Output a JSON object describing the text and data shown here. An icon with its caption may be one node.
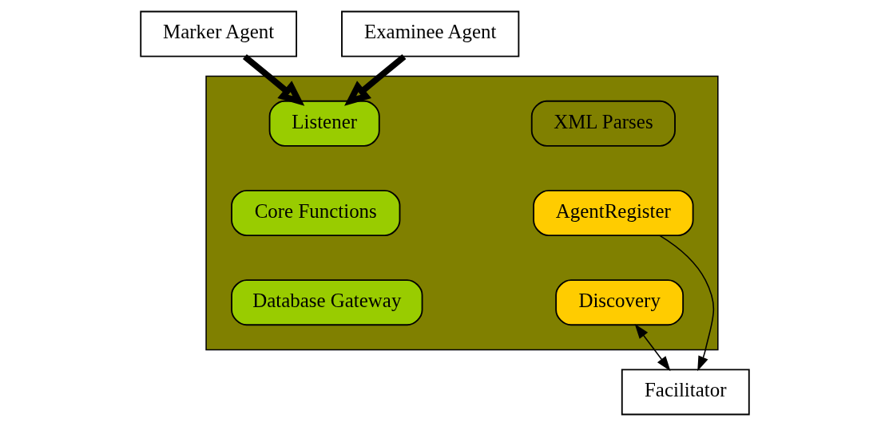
{
  "diagram": {
    "nodes": [
      {
        "text": [],
        "shape": "box"
      },
      {
        "text": [
          "Marker Agent"
        ]
      },
      {
        "text": [
          "Examinee Agent"
        ]
      },
      {
        "text": [
          "Listener"
        ],
        "in": 0
      },
      {
        "text": [
          "XML Parses"
        ],
        "in": 0
      },
      {
        "text": [
          "Core Functions"
        ],
        "in": 0
      },
      {
        "text": [
          "Database Gateway"
        ],
        "in": 0
      },
      {
        "text": [
          "AgentRegister"
        ],
        "in": 0
      },
      {
        "text": [
          "Discovery"
        ],
        "in": 0
      },
      {
        "text": [
          "Facilitator"
        ]
      }
    ],
    "edges": [
      {
        "from": 1,
        "to": 3,
        "arrow": "to",
        "style": "thick"
      },
      {
        "from": 2,
        "to": 3,
        "arrow": "to",
        "style": "thick"
      },
      {
        "from": 7,
        "to": 9,
        "arrow": "to"
      },
      {
        "from": 8,
        "to": 9,
        "arrow": "both"
      }
    ]
  }
}
